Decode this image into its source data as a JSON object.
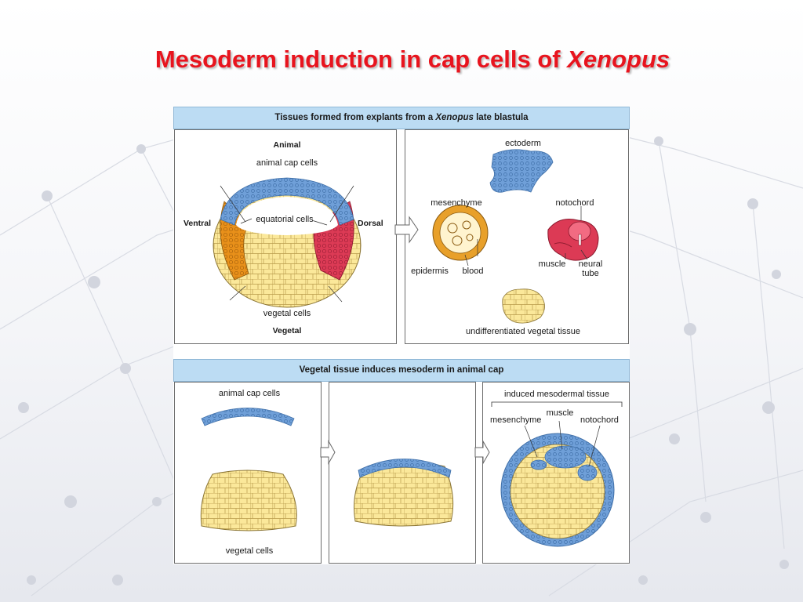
{
  "slide": {
    "title_main": "Mesoderm induction in cap cells of ",
    "title_italic": "Xenopus"
  },
  "top_section": {
    "header_pre": "Tissues formed from explants from a ",
    "header_italic": "Xenopus",
    "header_post": " late blastula",
    "left": {
      "animal": "Animal",
      "animal_cap_cells": "animal cap cells",
      "ventral": "Ventral",
      "equatorial_cells": "equatorial cells",
      "dorsal": "Dorsal",
      "vegetal_cells": "vegetal cells",
      "vegetal": "Vegetal"
    },
    "right": {
      "ectoderm": "ectoderm",
      "mesenchyme": "mesenchyme",
      "notochord": "notochord",
      "muscle": "muscle",
      "neural_line1": "neural",
      "neural_line2": "tube",
      "epidermis": "epidermis",
      "blood": "blood",
      "undifferentiated": "undifferentiated vegetal tissue"
    }
  },
  "bottom_section": {
    "header": "Vegetal tissue induces mesoderm in animal cap",
    "animal_cap_cells": "animal cap cells",
    "vegetal_cells": "vegetal cells",
    "induced_mesodermal_tissue": "induced mesodermal tissue",
    "mesenchyme": "mesenchyme",
    "muscle": "muscle",
    "notochord": "notochord"
  },
  "colors": {
    "title_red": "#e8141e",
    "header_blue": "#bcdcf3",
    "ectoderm_blue": "#6f9fd8",
    "vegetal_yellow": "#fbe89a",
    "ventral_orange": "#e8901a",
    "dorsal_red": "#dc3a55"
  }
}
